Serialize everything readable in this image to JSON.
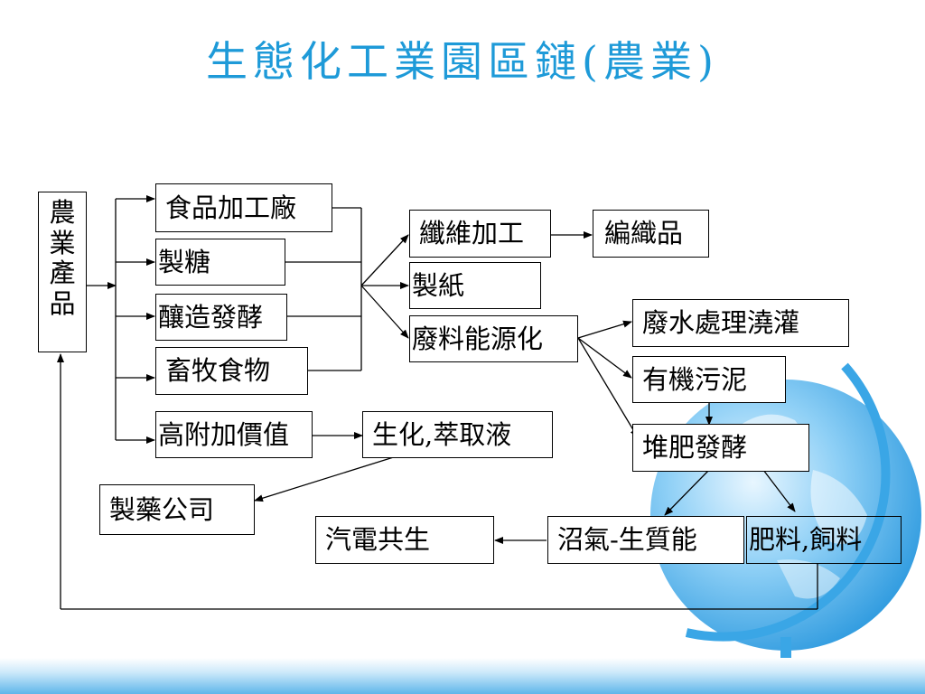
{
  "title": "生態化工業園區鏈(農業)",
  "source": [
    "農",
    "業",
    "產",
    "品"
  ],
  "nodes": {
    "food_factory": "食品加工廠",
    "sugar": "製糖",
    "brewing": "釀造發酵",
    "livestock_food": "畜牧食物",
    "high_value": "高附加價值",
    "biochem": "生化,萃取液",
    "pharma": "製藥公司",
    "fiber": "纖維加工",
    "woven": "編織品",
    "paper": "製紙",
    "waste_energy": "廢料能源化",
    "wastewater": "廢水處理澆灌",
    "sludge": "有機污泥",
    "compost": "堆肥發酵",
    "biogas": "沼氣-生質能",
    "fertilizer": "肥料,飼料",
    "cogen": "汽電共生"
  },
  "colors": {
    "title": "#1e9ad8",
    "globe": "#3aa6e6",
    "bar": "#5fb6ea"
  }
}
